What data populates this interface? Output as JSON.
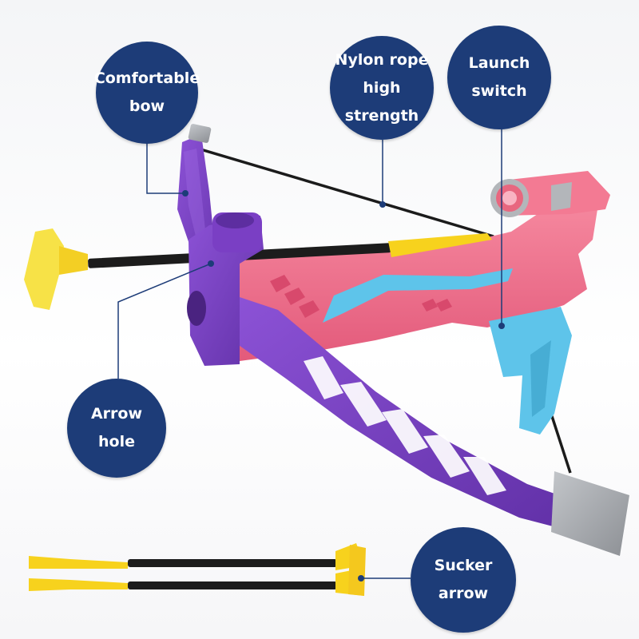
{
  "callouts": {
    "comfortable_bow": {
      "line1": "Comfortable",
      "line2": "bow"
    },
    "nylon_rope": {
      "line1": "Nylon rope",
      "line2": "high",
      "line3": "strength"
    },
    "launch_switch": {
      "line1": "Launch",
      "line2": "switch"
    },
    "arrow_hole": {
      "line1": "Arrow",
      "line2": "hole"
    },
    "sucker_arrow": {
      "line1": "Sucker",
      "line2": "arrow"
    }
  },
  "colors": {
    "badge": "#1d3c78",
    "bow_purple": "#7a3fc4",
    "stock_pink": "#f06f8d",
    "accent_blue": "#5ec4ea",
    "arrow_yellow": "#f7d21d",
    "tip_gray": "#a9acb1"
  }
}
